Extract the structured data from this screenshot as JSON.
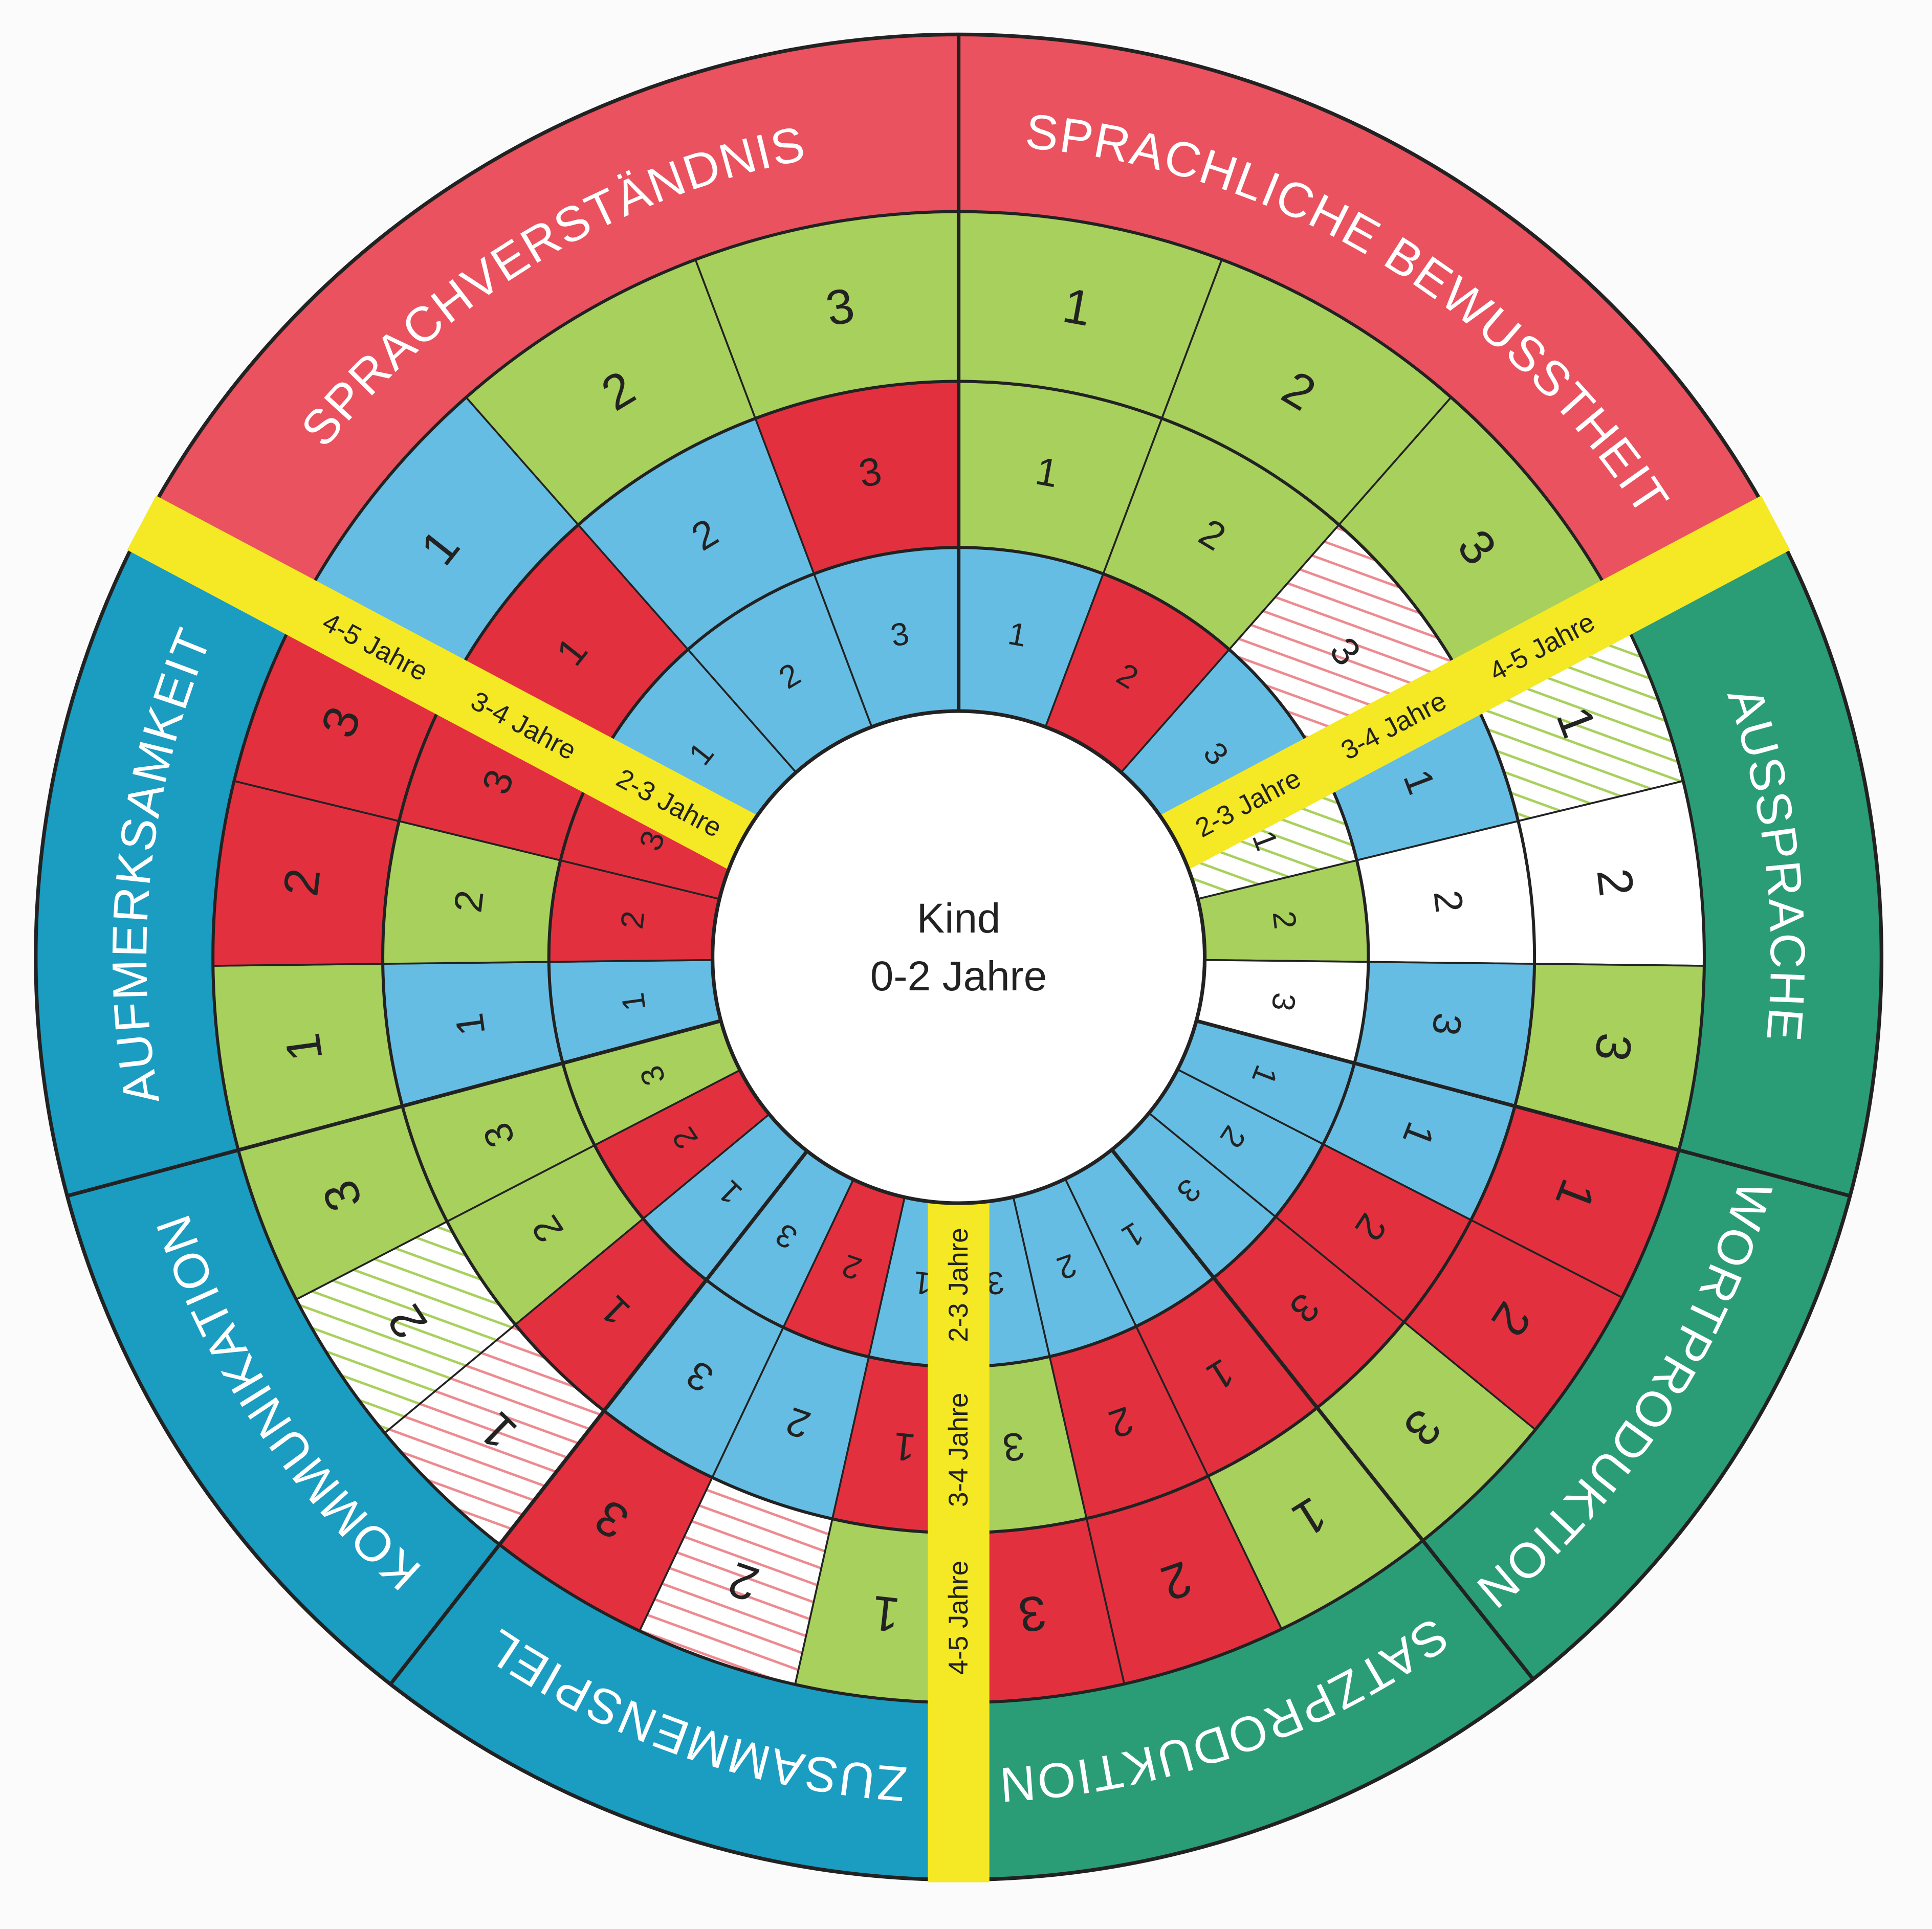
{
  "center": {
    "line1": "Kind",
    "line2": "0-2 Jahre"
  },
  "age_labels": [
    "2-3 Jahre",
    "3-4 Jahre",
    "4-5 Jahre"
  ],
  "colors": {
    "red_band": "#e9525e",
    "blue_band": "#1b9cc1",
    "green_band": "#2a9d77",
    "yellow": "#f4e924",
    "green": "#a8d05c",
    "blue": "#66bde3",
    "red": "#e3303f",
    "white": "#ffffff",
    "hatch_green": "#a8d05c",
    "hatch_red": "#ec8a90"
  },
  "categories": [
    {
      "name": "SPRACHVERSTÄNDNIS",
      "group": "red_band",
      "rings": [
        [
          "blue",
          "blue",
          "blue"
        ],
        [
          "red",
          "blue",
          "red"
        ],
        [
          "blue",
          "green",
          "green"
        ]
      ]
    },
    {
      "name": "SPRACHLICHE BEWUSSTHEIT",
      "group": "red_band",
      "rings": [
        [
          "blue",
          "red",
          "blue"
        ],
        [
          "green",
          "green",
          "hatch-red"
        ],
        [
          "green",
          "green",
          "green"
        ]
      ]
    },
    {
      "name": "AUSSPRACHE",
      "group": "green_band",
      "rings": [
        [
          "hatch-green",
          "green",
          "white"
        ],
        [
          "blue",
          "white",
          "blue"
        ],
        [
          "hatch-green",
          "white",
          "green"
        ]
      ]
    },
    {
      "name": "WORTPRODUKTION",
      "group": "green_band",
      "rings": [
        [
          "blue",
          "blue",
          "blue"
        ],
        [
          "blue",
          "red",
          "red"
        ],
        [
          "red",
          "red",
          "green"
        ]
      ]
    },
    {
      "name": "SATZPRODUKTION",
      "group": "green_band",
      "rings": [
        [
          "blue",
          "blue",
          "blue"
        ],
        [
          "red",
          "red",
          "green"
        ],
        [
          "green",
          "red",
          "red"
        ]
      ]
    },
    {
      "name": "ZUSAMMENSPIEL",
      "group": "blue_band",
      "rings": [
        [
          "blue",
          "red",
          "blue"
        ],
        [
          "red",
          "blue",
          "blue"
        ],
        [
          "green",
          "hatch-red",
          "red"
        ]
      ]
    },
    {
      "name": "KOMMUNIKATION",
      "group": "blue_band",
      "rings": [
        [
          "blue",
          "red",
          "green"
        ],
        [
          "red",
          "green",
          "green"
        ],
        [
          "hatch-red",
          "hatch-green",
          "green"
        ]
      ]
    },
    {
      "name": "AUFMERKSAMKEIT",
      "group": "blue_band",
      "rings": [
        [
          "blue",
          "red",
          "red"
        ],
        [
          "blue",
          "green",
          "red"
        ],
        [
          "green",
          "red",
          "red"
        ]
      ]
    }
  ],
  "cell_numbers": [
    "1",
    "2",
    "3"
  ]
}
